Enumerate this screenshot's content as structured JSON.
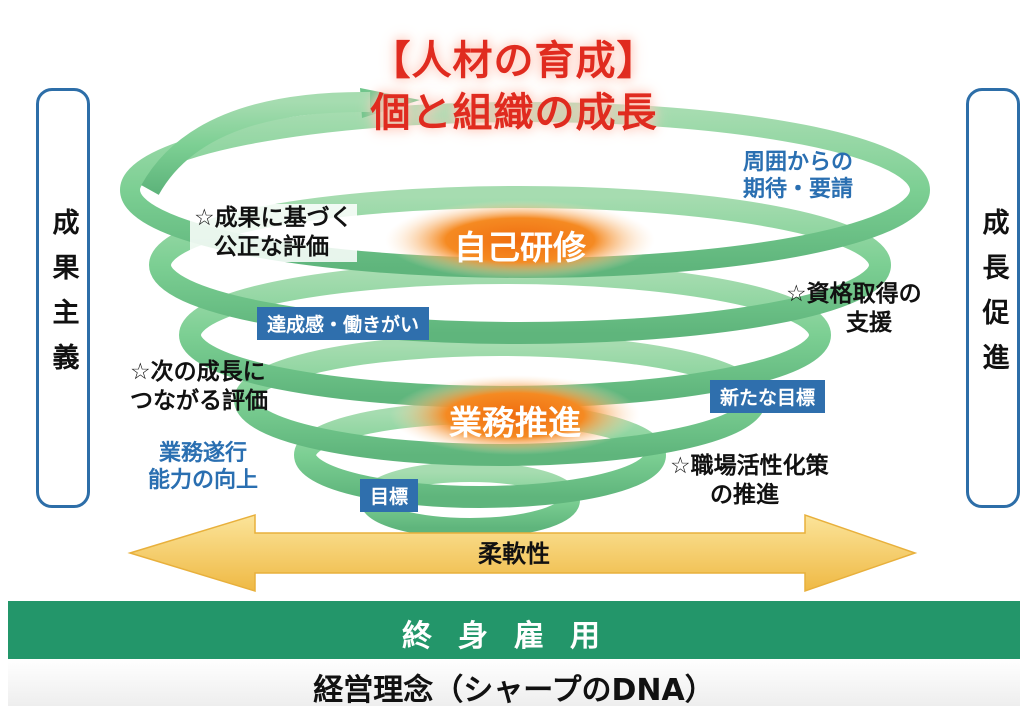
{
  "title": {
    "line1": "【人材の育成】",
    "line2": "個と組織の成長"
  },
  "left_box": {
    "label": "成果主義"
  },
  "right_box": {
    "label": "成長促進"
  },
  "center_glows": {
    "top": "自己研修",
    "middle": "業務推進"
  },
  "labels": {
    "expectations": [
      "周囲からの",
      "期待・要請"
    ],
    "fair_eval": [
      "☆成果に基づく",
      "公正な評価"
    ],
    "qualification": [
      "☆資格取得の",
      "支援"
    ],
    "next_growth": [
      "☆次の成長に",
      "つながる評価"
    ],
    "ability": [
      "業務遂行",
      "能力の向上"
    ],
    "workplace": [
      "☆職場活性化策",
      "の推進"
    ]
  },
  "tags": {
    "achievement": "達成感・働きがい",
    "new_goal": "新たな目標",
    "goal": "目標"
  },
  "arrow": {
    "label": "柔軟性"
  },
  "green_bar": {
    "label": "終身雇用"
  },
  "bottom": {
    "label": "経営理念（シャープのDNA）"
  },
  "colors": {
    "title_red": "#e02b1f",
    "side_blue": "#2d6ea8",
    "spiral_green": "#7ccf93",
    "glow_orange": "#f58a22",
    "bar_green": "#23966a",
    "arrow_yellow": "#f3c95a"
  }
}
